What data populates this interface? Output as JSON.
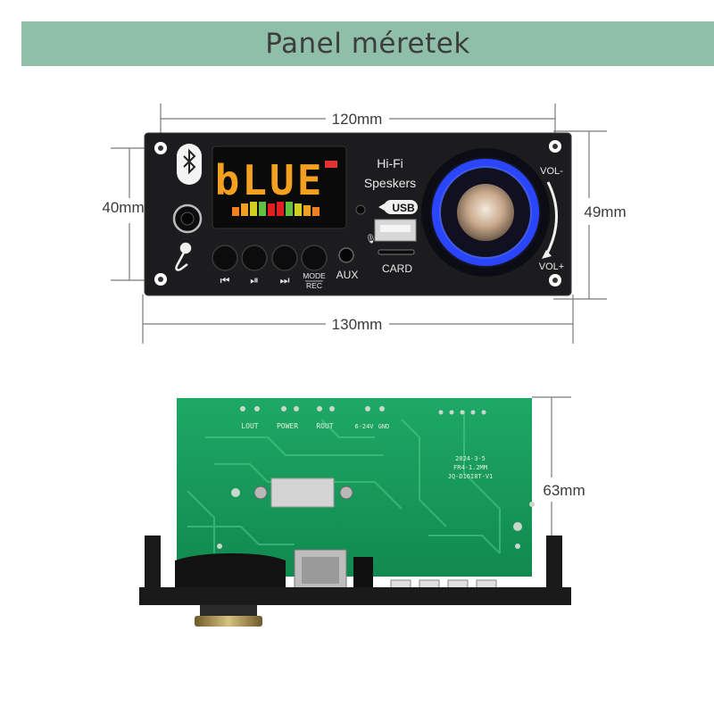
{
  "banner": {
    "title": "Panel méretek"
  },
  "dimensions": {
    "top_width": "120mm",
    "bottom_width": "130mm",
    "left_height": "40mm",
    "right_height": "49mm",
    "pcb_height": "63mm"
  },
  "front_panel": {
    "display_text": "bLUE",
    "brand_line1": "Hi-Fi",
    "brand_line2": "Speskers",
    "usb_label": "USB",
    "card_label": "CARD",
    "aux_label": "AUX",
    "mode_label": "MODE",
    "rec_label": "REC",
    "vol_minus": "VOL-",
    "vol_plus": "VOL+",
    "bluetooth_icon": "bluetooth-icon",
    "mic_icon": "microphone-icon",
    "buttons": [
      {
        "name": "prev-button",
        "glyph": "⏮"
      },
      {
        "name": "play-pause-button",
        "glyph": "⏯"
      },
      {
        "name": "next-button",
        "glyph": "⏭"
      },
      {
        "name": "mode-rec-button",
        "glyph": ""
      }
    ]
  },
  "pcb": {
    "lout": "LOUT",
    "power": "POWER",
    "rout": "ROUT",
    "v_label": "6-24V",
    "gnd": "GND",
    "date": "2024-3-5",
    "model1": "FR4-1.2MM",
    "model2": "JQ-D16I8T-V1"
  }
}
